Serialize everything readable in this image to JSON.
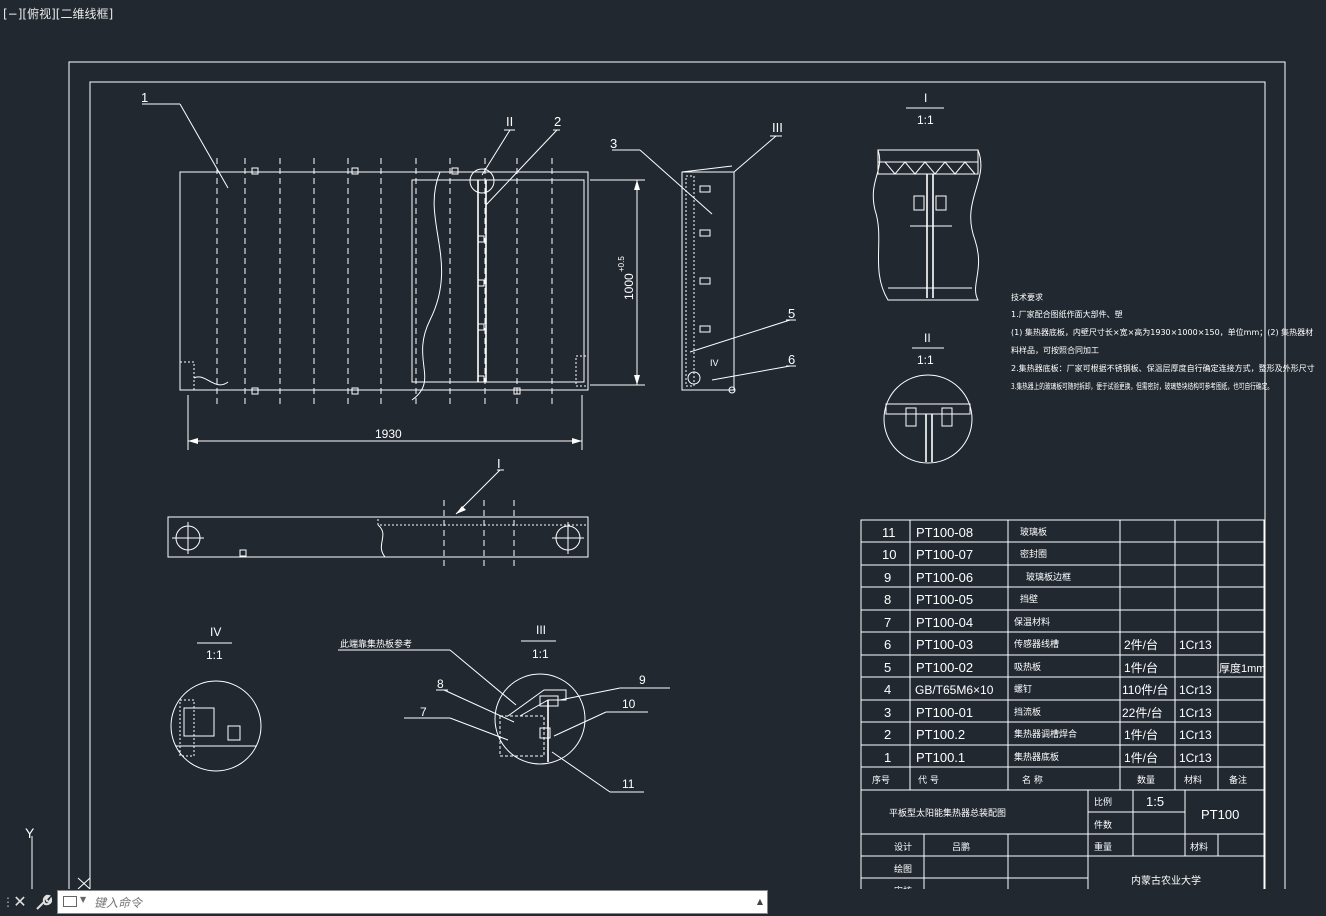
{
  "viewport": {
    "label": "[−][俯视][二维线框]"
  },
  "command": {
    "placeholder": "键入命令",
    "close_icon": "close-icon",
    "settings_icon": "wrench-icon",
    "recent_icon": "terminal-icon"
  },
  "ucs": {
    "y_label": "Y"
  },
  "colors": {
    "background": "#212830",
    "lines": "#ffffff"
  },
  "drawing": {
    "dim_length": "1930",
    "dim_width": "1000",
    "dim_width_tol": "+0.5",
    "balloons": {
      "b1": "1",
      "b2": "2",
      "b3": "3",
      "b5": "5",
      "b6": "6",
      "b7": "7",
      "b8": "8",
      "b9": "9",
      "b10": "10",
      "b11": "11"
    },
    "roman": {
      "r1": "I",
      "r2": "II",
      "r3": "III",
      "r4": "IV"
    },
    "scale_label": "1:1",
    "note_sealant": "此端靠集热板参考",
    "tech_title": "技术要求",
    "tech_lines": [
      "1.厂家配合图纸作面大部件、塑",
      "(1) 集热器底板，内壁尺寸长×宽×高为1930×1000×150，单位mm；(2) 集热器材",
      "料样品，可按照合同加工",
      "2.集热器底板：厂家可根据不锈钢板、保温层厚度自行确定连接方式，整形及外形尺寸",
      "3.集热器上的玻璃板可随时拆卸，便于试验更换，但需密封，玻璃垫块结构可参考图纸，也可自行确定。"
    ]
  },
  "bom": {
    "rows": [
      {
        "no": "11",
        "code": "PT100-08",
        "name": "玻璃板",
        "qty": "",
        "mat": "",
        "note": ""
      },
      {
        "no": "10",
        "code": "PT100-07",
        "name": "密封圈",
        "qty": "",
        "mat": "",
        "note": ""
      },
      {
        "no": "9",
        "code": "PT100-06",
        "name": "玻璃板边框",
        "qty": "",
        "mat": "",
        "note": ""
      },
      {
        "no": "8",
        "code": "PT100-05",
        "name": "挡壁",
        "qty": "",
        "mat": "",
        "note": ""
      },
      {
        "no": "7",
        "code": "PT100-04",
        "name": "保温材料",
        "qty": "",
        "mat": "",
        "note": ""
      },
      {
        "no": "6",
        "code": "PT100-03",
        "name": "传感器线槽",
        "qty": "2件/台",
        "mat": "1Cr13",
        "note": ""
      },
      {
        "no": "5",
        "code": "PT100-02",
        "name": "吸热板",
        "qty": "1件/台",
        "mat": "",
        "note": "厚度1mm"
      },
      {
        "no": "4",
        "code": "GB/T65M6×10",
        "name": "螺钉",
        "qty": "110件/台",
        "mat": "1Cr13",
        "note": ""
      },
      {
        "no": "3",
        "code": "PT100-01",
        "name": "挡流板",
        "qty": "22件/台",
        "mat": "1Cr13",
        "note": ""
      },
      {
        "no": "2",
        "code": "PT100.2",
        "name": "集热器调槽焊合",
        "qty": "1件/台",
        "mat": "1Cr13",
        "note": ""
      },
      {
        "no": "1",
        "code": "PT100.1",
        "name": "集热器底板",
        "qty": "1件/台",
        "mat": "1Cr13",
        "note": ""
      }
    ],
    "headers": {
      "no": "序号",
      "code": "代  号",
      "name": "名  称",
      "qty": "数量",
      "mat": "材料",
      "note": "备注"
    }
  },
  "title_block": {
    "title": "平板型太阳能集热器总装配图",
    "scale_label": "比例",
    "scale_value": "1:5",
    "qty_label": "件数",
    "drawing_no": "PT100",
    "design_label": "设计",
    "designer": "吕鹏",
    "weight_label": "重量",
    "material_label": "材料",
    "drafter_label": "绘图",
    "review_label": "审核",
    "org": "内蒙古农业大学"
  }
}
